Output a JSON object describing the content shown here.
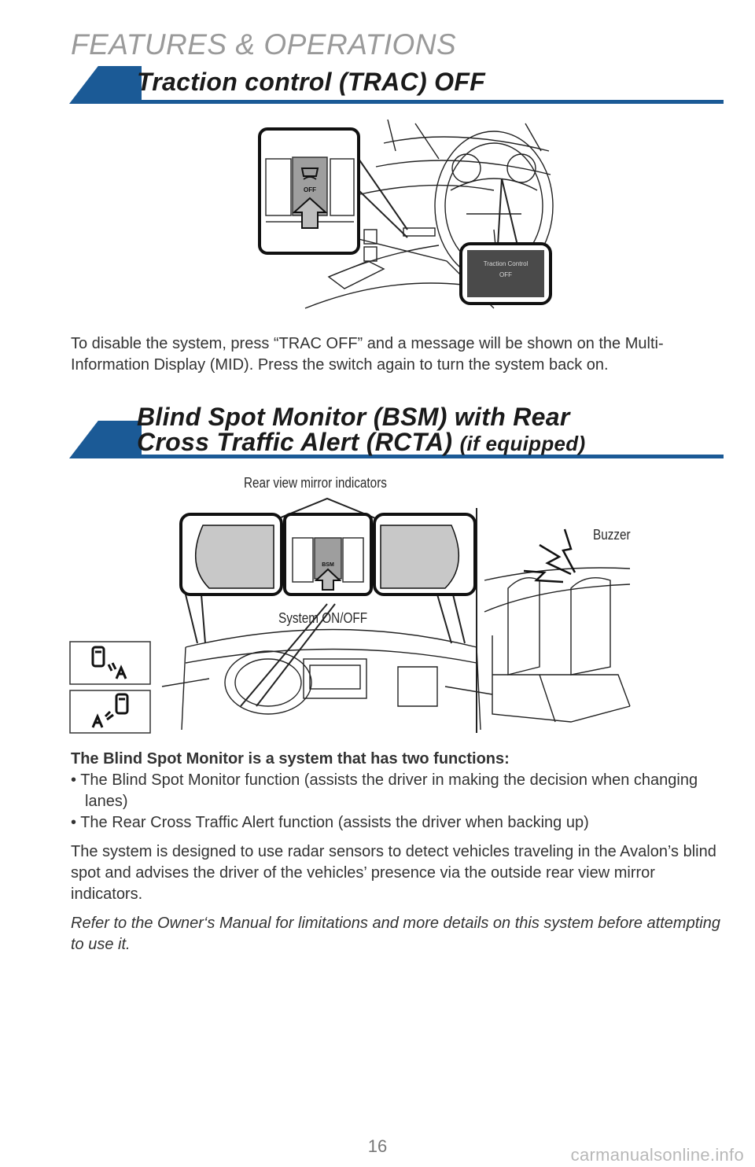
{
  "header": {
    "section_title": "FEATURES & OPERATIONS"
  },
  "trac": {
    "heading": "Traction control (TRAC) OFF",
    "button_label": "OFF",
    "mid_message_line1": "Traction Control",
    "mid_message_line2": "OFF",
    "description": "To disable the system, press “TRAC OFF” and a message will be shown on the Multi-Information Display (MID). Press the switch again to turn the system back on."
  },
  "bsm": {
    "heading_line1": "Blind Spot Monitor (BSM) with Rear",
    "heading_line2": "Cross Traffic Alert (RCTA)",
    "heading_qualifier": "(if equipped)",
    "callouts": {
      "mirror_indicators": "Rear view mirror indicators",
      "system_switch": "System ON/OFF",
      "buzzer": "Buzzer"
    },
    "switch_label": "BSM",
    "intro_bold": "The Blind Spot Monitor is a system that has two functions:",
    "bullets": [
      "• The Blind Spot Monitor function (assists the driver in making the decision when changing lanes)",
      "• The Rear Cross Traffic Alert function (assists the driver when backing up)"
    ],
    "paragraph": "The system is designed to use radar sensors to detect vehicles traveling in the Avalon’s blind spot and advises the driver of the vehicles’ presence via the outside rear view mirror indicators.",
    "note": "Refer to the Owner‘s Manual for limitations and more details on this system before attempting to use it."
  },
  "footer": {
    "page_number": "16",
    "watermark": "carmanualsonline.info"
  },
  "colors": {
    "accent_blue": "#1b5a96",
    "header_gray": "#9a9a9a"
  }
}
